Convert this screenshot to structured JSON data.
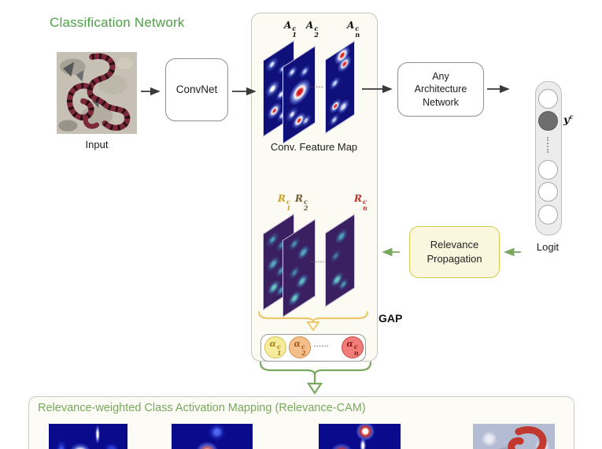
{
  "title": "Classification Network",
  "input": {
    "caption": "Input"
  },
  "convnet": {
    "label": "ConvNet"
  },
  "conv_panel": {
    "a_labels": [
      {
        "base": "A",
        "sup": "c",
        "sub": "1"
      },
      {
        "base": "A",
        "sup": "c",
        "sub": "2"
      },
      {
        "base": "A",
        "sup": "c",
        "sub": "n"
      }
    ],
    "a_dots": "......",
    "caption": "Conv. Feature Map",
    "r_labels": [
      {
        "base": "R",
        "sup": "c",
        "sub": "1",
        "color": "#c9a227"
      },
      {
        "base": "R",
        "sup": "c",
        "sub": "2",
        "color": "#6e5b35"
      },
      {
        "base": "R",
        "sup": "c",
        "sub": "n",
        "color": "#b5342c"
      }
    ],
    "r_dots": "......",
    "alpha_circles": [
      {
        "base": "α",
        "sup": "c",
        "sub": "1",
        "bg": "#f6ec9d",
        "border": "#d8c14e",
        "text": "#a8831c"
      },
      {
        "base": "α",
        "sup": "c",
        "sub": "2",
        "bg": "#f4bf8a",
        "border": "#d98c4c",
        "text": "#a85a20"
      },
      {
        "base": "α",
        "sup": "c",
        "sub": "n",
        "bg": "#f07d78",
        "border": "#cc4a44",
        "text": "#8c1d1a"
      }
    ],
    "alpha_dots": "......"
  },
  "gap": {
    "label": "GAP"
  },
  "any_network": {
    "lines": [
      "Any",
      "Architecture",
      "Network"
    ]
  },
  "logit": {
    "caption": "Logit",
    "y_label": {
      "base": "y",
      "sup": "c"
    }
  },
  "relevance_propagation": {
    "lines": [
      "Relevance",
      "Propagation"
    ]
  },
  "bottom_panel": {
    "title": "Relevance-weighted Class Activation Mapping (Relevance-CAM)"
  },
  "colors": {
    "title_green": "#4ea046",
    "bottom_title_green": "#76aa5c",
    "arrow_dark": "#3a3a3a",
    "arrow_green": "#79a85f",
    "gap_yellow": "#ecca6a",
    "rp_border": "#d2cc4e",
    "rp_bg": "#faf7de",
    "a_map_base": "#10107a",
    "r_map_base": "#3a2060"
  }
}
